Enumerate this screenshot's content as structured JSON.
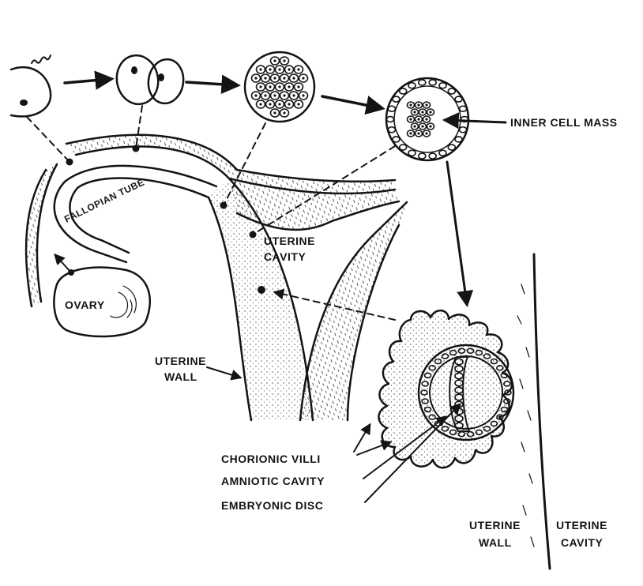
{
  "labels": {
    "inner_cell_mass": "INNER CELL MASS",
    "fallopian_tube": "FALLOPIAN TUBE",
    "uterine_cavity_top_1": "UTERINE",
    "uterine_cavity_top_2": "CAVITY",
    "ovary": "OVARY",
    "uterine_wall_left_1": "UTERINE",
    "uterine_wall_left_2": "WALL",
    "chorionic_villi": "CHORIONIC VILLI",
    "amniotic_cavity": "AMNIOTIC CAVITY",
    "embryonic_disc": "EMBRYONIC DISC",
    "uterine_wall_right_1": "UTERINE",
    "uterine_wall_right_2": "WALL",
    "uterine_cavity_right_1": "UTERINE",
    "uterine_cavity_right_2": "CAVITY"
  },
  "colors": {
    "ink": "#141414",
    "paper": "#ffffff"
  }
}
